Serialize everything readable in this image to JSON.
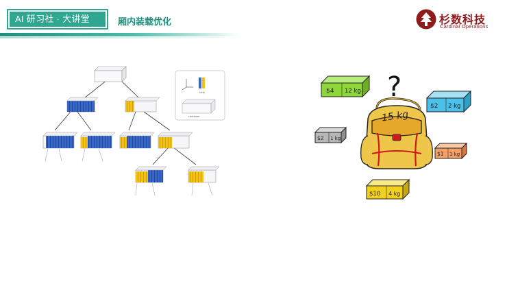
{
  "header": {
    "badge_text": "AI 研习社 · 大讲堂",
    "title": "厢内装载优化"
  },
  "logo": {
    "name": "杉数科技",
    "subtitle": "Cardinal Operations",
    "icon": "tree-logo-icon",
    "color": "#8e1b1b"
  },
  "colors": {
    "accent": "#2ea690",
    "title": "#1f8f7d",
    "blue_item": "#3a66c4",
    "yellow_item": "#f2c21b"
  },
  "tree_figure": {
    "legend": {
      "strip_label": "strip",
      "container_label": "container"
    }
  },
  "knapsack": {
    "bag_label": "15 kg",
    "question": "?",
    "items": [
      {
        "price": "$4",
        "weight": "12 kg",
        "color": "#8fd63a"
      },
      {
        "price": "$2",
        "weight": "2 kg",
        "color": "#4cc0e8"
      },
      {
        "price": "$2",
        "weight": "1 kg",
        "color": "#b7b7b7"
      },
      {
        "price": "$1",
        "weight": "1 kg",
        "color": "#f2a06a"
      },
      {
        "price": "$10",
        "weight": "4 kg",
        "color": "#f1d020"
      }
    ]
  }
}
